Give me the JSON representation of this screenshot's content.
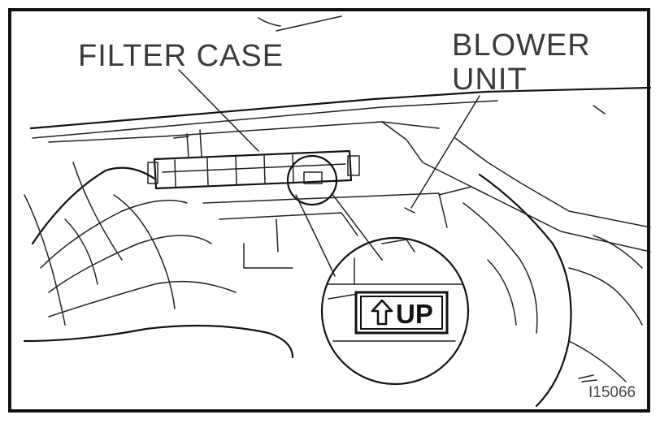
{
  "labels": {
    "filter_case": "FILTER CASE",
    "blower_unit_line1": "BLOWER",
    "blower_unit_line2": "UNIT",
    "up_marking": "UP",
    "figure_code": "I15066"
  },
  "icons": {
    "up_arrow": "up-arrow-icon"
  },
  "colors": {
    "line": "#111111",
    "text": "#3a3a3a",
    "background": "#ffffff"
  }
}
